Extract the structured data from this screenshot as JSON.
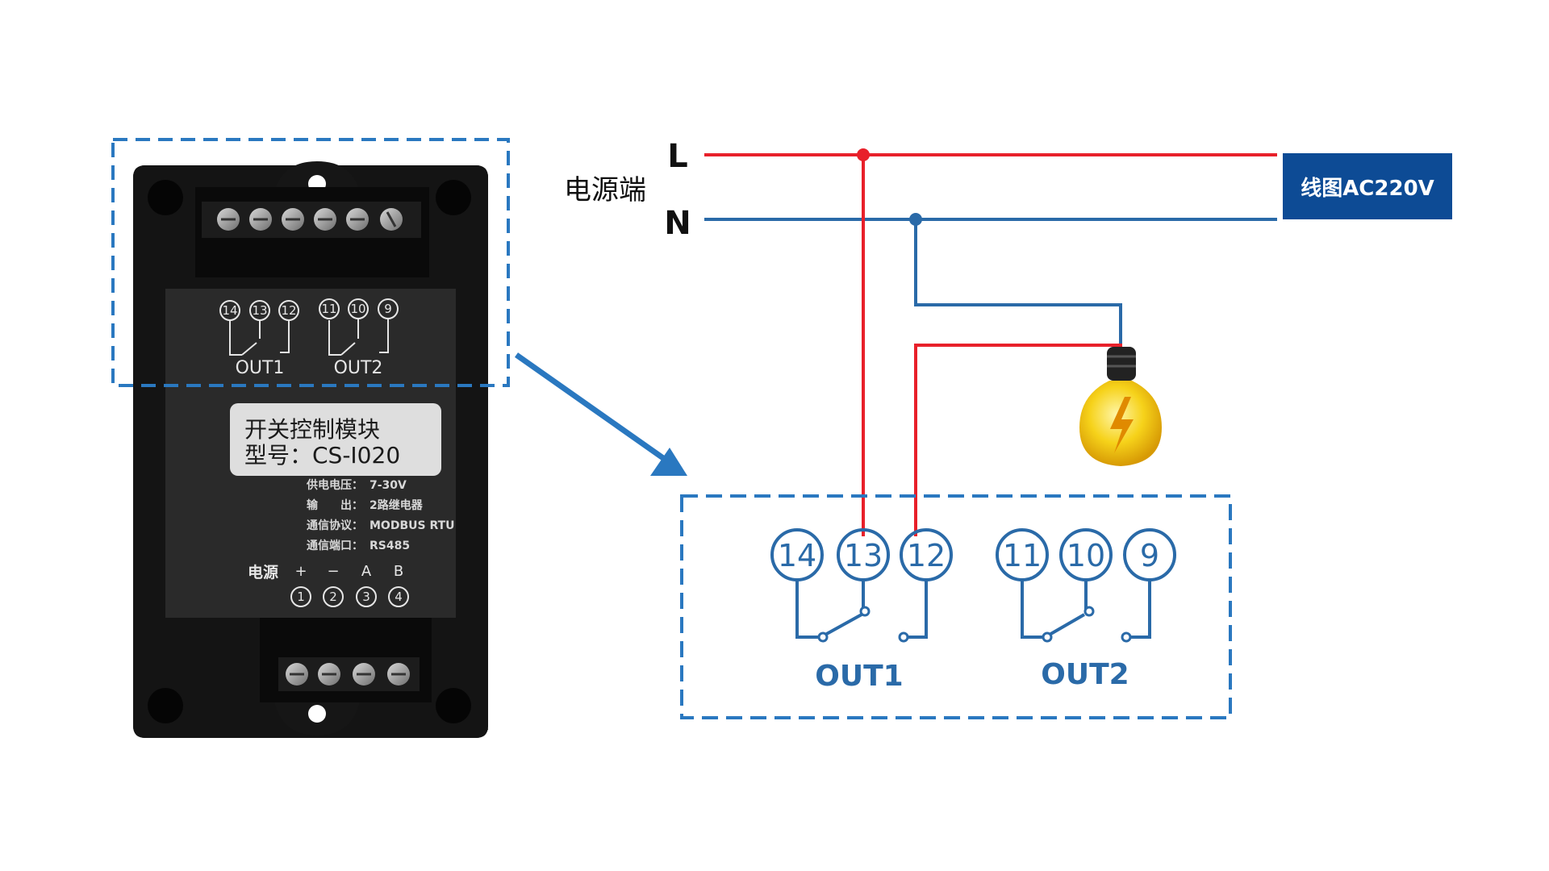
{
  "diagram": {
    "power_label": "电源端",
    "line_l": "L",
    "line_n": "N",
    "coil_label": "线图AC220V",
    "out1": "OUT1",
    "out2": "OUT2",
    "terminals": [
      "14",
      "13",
      "12",
      "11",
      "10",
      "9"
    ],
    "colors": {
      "live": "#e8202a",
      "neutral": "#2a6aa8",
      "dashed": "#2a78c0",
      "coil_box": "#0d4b95"
    }
  },
  "device": {
    "panel_terminals_top": [
      "14",
      "13",
      "12",
      "11",
      "10",
      "9"
    ],
    "panel_out1": "OUT1",
    "panel_out2": "OUT2",
    "sticker_line1": "开关控制模块",
    "sticker_line2": "型号：CS-I020",
    "spec_rows": [
      {
        "key": "供电电压：",
        "val": "7-30V"
      },
      {
        "key": "输　　出：",
        "val": "2路继电器"
      },
      {
        "key": "通信协议：",
        "val": "MODBUS RTU"
      },
      {
        "key": "通信端口：",
        "val": "RS485"
      }
    ],
    "power_label": "电源",
    "bottom_symbols": [
      "+",
      "−",
      "A",
      "B"
    ],
    "bottom_terminals": [
      "1",
      "2",
      "3",
      "4"
    ]
  }
}
